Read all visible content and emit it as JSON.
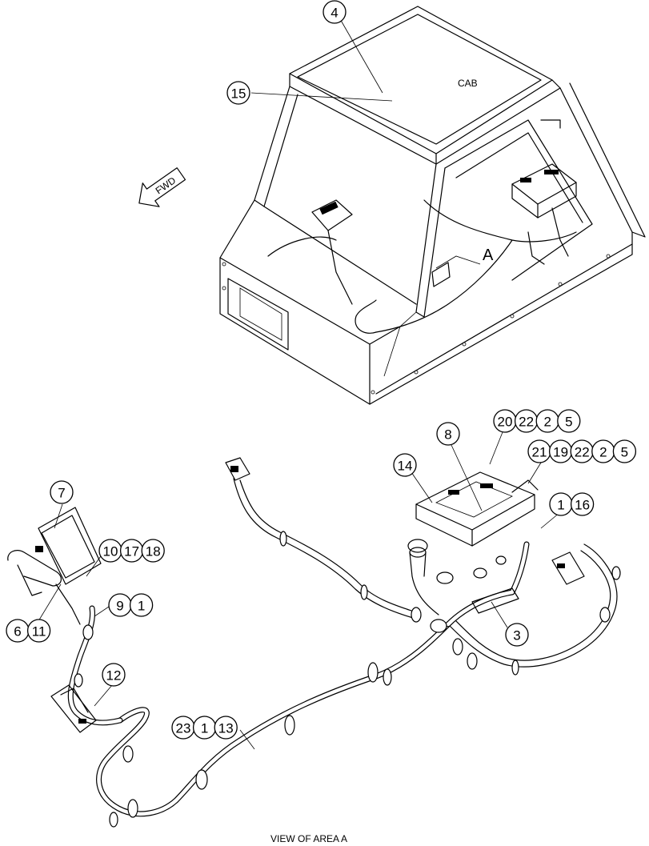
{
  "labels": {
    "cab": "CAB",
    "area": "A",
    "fwd": "FWD",
    "view_caption": "VIEW OF AREA  A"
  },
  "callouts": {
    "c4": [
      "4"
    ],
    "c15": [
      "15"
    ],
    "c7": [
      "7"
    ],
    "c10_17_18": [
      "10",
      "17",
      "18"
    ],
    "c9_1": [
      "9",
      "1"
    ],
    "c6_11": [
      "6",
      "11"
    ],
    "c12": [
      "12"
    ],
    "c23_1_13": [
      "23",
      "1",
      "13"
    ],
    "c14": [
      "14"
    ],
    "c8": [
      "8"
    ],
    "c20_22_2_5": [
      "20",
      "22",
      "2",
      "5"
    ],
    "c21_19_22_2_5": [
      "21",
      "19",
      "22",
      "2",
      "5"
    ],
    "c1_16": [
      "1",
      "16"
    ],
    "c3": [
      "3"
    ]
  }
}
